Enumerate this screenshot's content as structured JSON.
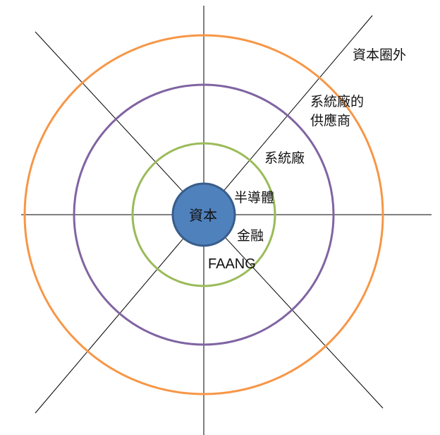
{
  "diagram": {
    "center_label": "資本",
    "rings": [
      {
        "name": "semiconductor",
        "labels": [
          "半導體",
          "金融",
          "FAANG"
        ],
        "color": "#9bbb59"
      },
      {
        "name": "system-vendor",
        "labels": [
          "系統廠"
        ],
        "color": "#8064a2"
      },
      {
        "name": "system-vendor-suppliers",
        "labels": [
          "系統廠的",
          "供應商"
        ],
        "color": "#8064a2"
      },
      {
        "name": "outside-capital",
        "labels": [
          "資本圈外"
        ],
        "color": "#f79646"
      }
    ],
    "colors": {
      "core_fill": "#4f81bd",
      "core_stroke": "#385d8a",
      "inner": "#9bbb59",
      "middle": "#8064a2",
      "outer": "#f79646",
      "axes": "#000000"
    }
  }
}
